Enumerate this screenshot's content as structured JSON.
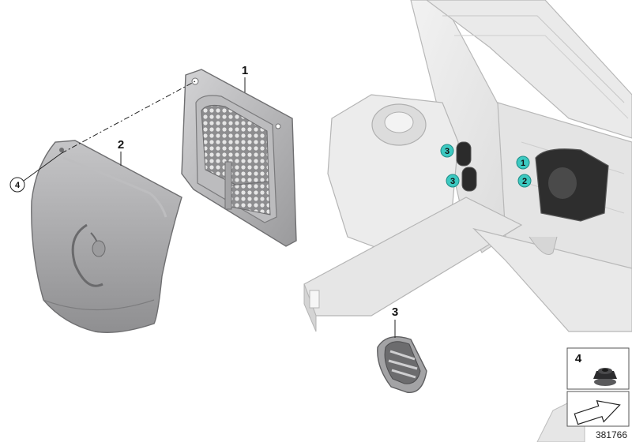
{
  "callouts": {
    "part_1": "1",
    "part_2": "2",
    "part_3": "3",
    "part_4": "4"
  },
  "badges": {
    "top_3": "3",
    "bottom_3": "3",
    "label_1": "1",
    "label_2": "2"
  },
  "legend": {
    "item_label": "4"
  },
  "diagram_number": "381766",
  "colors": {
    "badge_fill": "#3cc9c1",
    "part_gray": "#a9a9ab",
    "body_gray": "#e8e8e8",
    "outline": "#9c9c9c"
  }
}
